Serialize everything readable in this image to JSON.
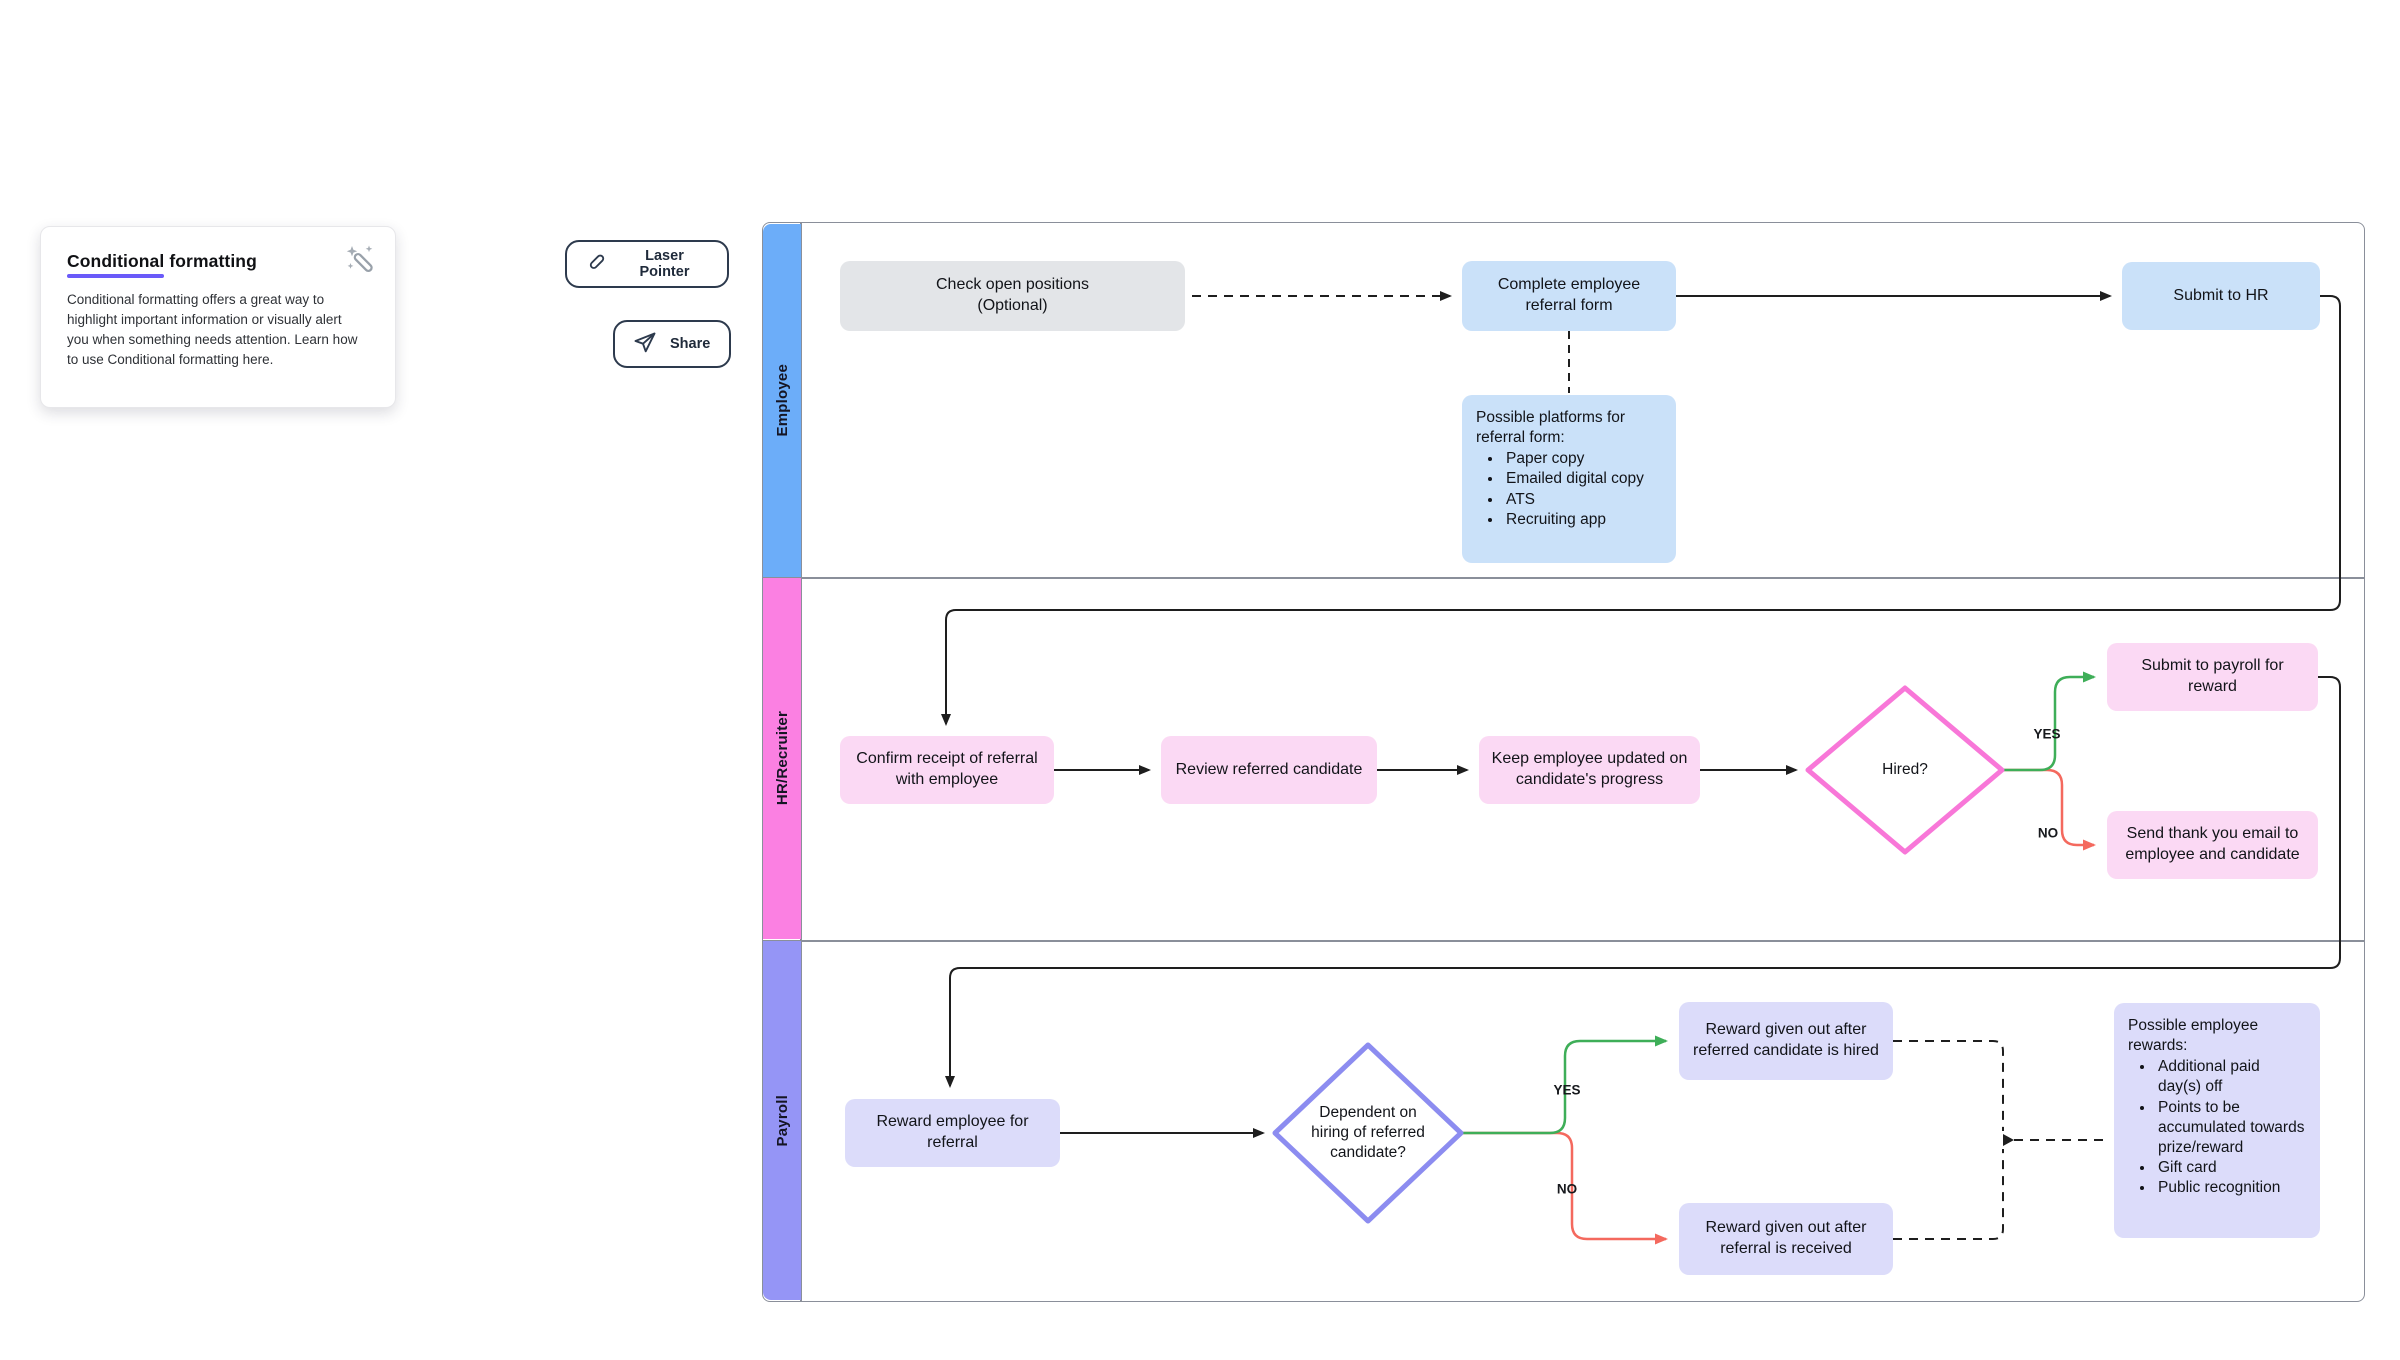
{
  "tooltip": {
    "title_underlined": "Conditional",
    "title_rest": "formatting",
    "body": "Conditional formatting offers a great way to highlight important information or visually alert you when something needs attention. Learn how to use Conditional formatting here."
  },
  "toolbar": {
    "laser_pointer_label": "Laser Pointer",
    "share_label": "Share"
  },
  "diagram": {
    "lanes": [
      {
        "label": "Employee"
      },
      {
        "label": "HR/Recruiter"
      },
      {
        "label": "Payroll"
      }
    ],
    "nodes": {
      "check_open": "Check open positions\n(Optional)",
      "complete_form": "Complete employee referral form",
      "submit_hr": "Submit to HR",
      "confirm_receipt": "Confirm receipt of referral with employee",
      "review_candidate": "Review referred candidate",
      "keep_updated": "Keep employee updated on candidate's progress",
      "hired": "Hired?",
      "submit_payroll": "Submit to payroll for reward",
      "thank_you": "Send thank you email to employee and candidate",
      "reward_employee": "Reward employee for referral",
      "dependent": "Dependent on hiring of referred candidate?",
      "reward_hired": "Reward given out after referred candidate is hired",
      "reward_received": "Reward given out after referral is received"
    },
    "notes": {
      "platforms": {
        "intro": "Possible platforms for referral form:",
        "items": [
          "Paper copy",
          "Emailed digital copy",
          "ATS",
          "Recruiting app"
        ]
      },
      "rewards": {
        "intro": "Possible employee rewards:",
        "items": [
          "Additional paid day(s) off",
          "Points to be accumulated towards prize/reward",
          "Gift card",
          "Public recognition"
        ]
      }
    },
    "edge_labels": {
      "yes": "YES",
      "no": "NO"
    },
    "colors": {
      "lane_blue": "#6cadf9",
      "lane_pink": "#fb80e2",
      "lane_purple": "#9595f6",
      "node_gray": "#e3e5e8",
      "node_blue": "#cae1f9",
      "node_pink": "#fbd9f4",
      "node_lavender": "#dcdcfa",
      "diamond_pink": "#f877d8",
      "diamond_purple": "#8c8cf0",
      "edge_green": "#3eae58",
      "edge_red": "#f4695e",
      "edge_black": "#1e1e1e",
      "frame_border": "#8a8f9a",
      "accent_underline": "#6a5af9",
      "button_border": "#2d3a4d"
    }
  }
}
